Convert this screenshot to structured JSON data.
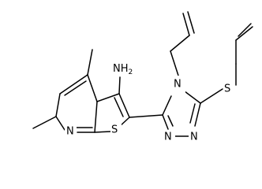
{
  "image": {
    "kind": "chemical-structure",
    "background_color": "#ffffff",
    "line_color": "#000000"
  },
  "labels": {
    "amine_main": "NH",
    "amine_sub": "2",
    "pyridine_n": "N",
    "thiophene_s": "S",
    "triazole_n4": "N",
    "triazole_n1": "N",
    "triazole_n2": "N",
    "thioether_s": "S"
  }
}
